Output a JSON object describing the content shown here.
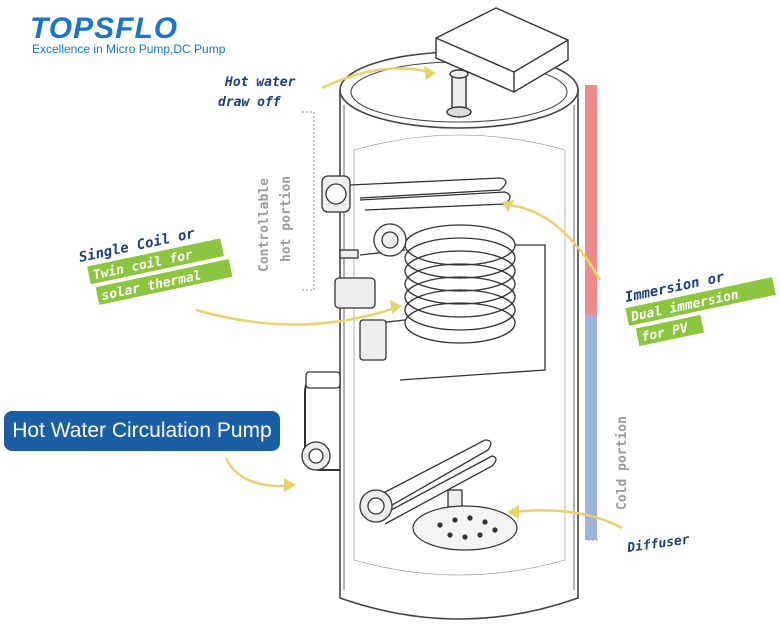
{
  "logo": {
    "name": "TOPSFLO",
    "tagline": "Excellence in Micro Pump,DC Pump",
    "color": "#1a74c9"
  },
  "labels": {
    "hot_water_line1": "Hot water",
    "hot_water_line2": "draw off",
    "controllable_line1": "Controllable",
    "controllable_line2": "hot portion",
    "single_coil": "Single Coil or",
    "twin_coil": "Twin coil for",
    "solar_thermal": "solar thermal",
    "immersion": "Immersion or",
    "dual_immersion": "Dual immersion",
    "for_pv": "for PV",
    "cold_portion": "Cold portion",
    "diffuser": "Diffuser",
    "pump": "Hot Water Circulation Pump"
  },
  "colors": {
    "label_text": "#1d3f7a",
    "highlight_green": "#8cc63f",
    "pump_badge": "#1a5fa6",
    "hot_bar": "#f08b8b",
    "cold_bar": "#9fb3dc",
    "arrow": "#e8d36a",
    "line": "#444444"
  }
}
